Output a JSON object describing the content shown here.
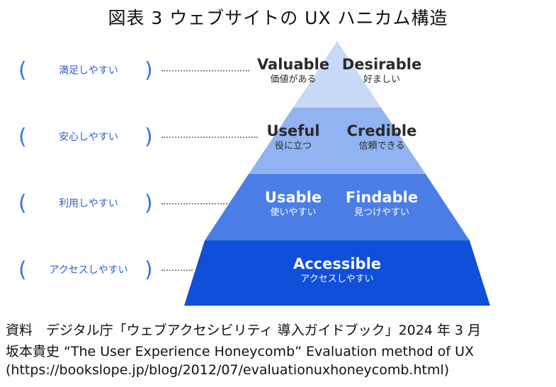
{
  "title": "図表 3  ウェブサイトの UX ハニカム構造",
  "colors": {
    "level1": "#c9daf8",
    "level2": "#92b3f1",
    "level3": "#4b7de6",
    "level4": "#0f4fd9",
    "side_text": "#2b62d6"
  },
  "side_labels": [
    "満足しやすい",
    "安心しやすい",
    "利用しやすい",
    "アクセスしやすい"
  ],
  "paren_open": "(",
  "paren_close": ")",
  "levels": [
    {
      "left_en": "Valuable",
      "left_jp": "価値がある",
      "right_en": "Desirable",
      "right_jp": "好ましい"
    },
    {
      "left_en": "Useful",
      "left_jp": "役に立つ",
      "right_en": "Credible",
      "right_jp": "信頼できる"
    },
    {
      "left_en": "Usable",
      "left_jp": "使いやすい",
      "right_en": "Findable",
      "right_jp": "見つけやすい"
    },
    {
      "center_en": "Accessible",
      "center_jp": "アクセスしやすい"
    }
  ],
  "source": {
    "line1": "資料　デジタル庁「ウェブアクセシビリティ 導入ガイドブック」2024 年 3 月",
    "line2": "坂本貴史 “The User Experience Honeycomb” Evaluation method of UX",
    "line3": "(https://bookslope.jp/blog/2012/07/evaluationuxhoneycomb.html)"
  }
}
